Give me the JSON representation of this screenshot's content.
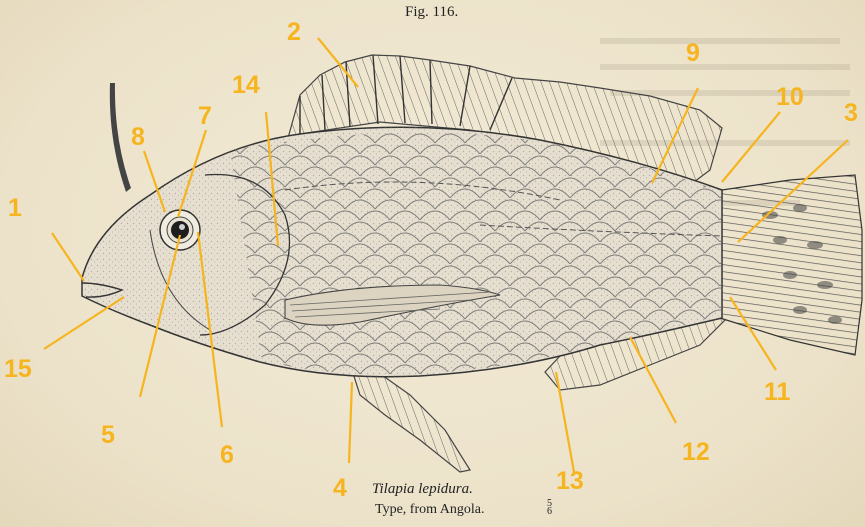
{
  "figure": {
    "title": "Fig. 116.",
    "species": "Tilapia lepidura.",
    "type_line": "Type, from Angola.",
    "scale_num": "5",
    "scale_den": "6"
  },
  "callouts": [
    {
      "id": "1",
      "label": "1"
    },
    {
      "id": "2",
      "label": "2"
    },
    {
      "id": "3",
      "label": "3"
    },
    {
      "id": "4",
      "label": "4"
    },
    {
      "id": "5",
      "label": "5"
    },
    {
      "id": "6",
      "label": "6"
    },
    {
      "id": "7",
      "label": "7"
    },
    {
      "id": "8",
      "label": "8"
    },
    {
      "id": "9",
      "label": "9"
    },
    {
      "id": "10",
      "label": "10"
    },
    {
      "id": "11",
      "label": "11"
    },
    {
      "id": "12",
      "label": "12"
    },
    {
      "id": "13",
      "label": "13"
    },
    {
      "id": "14",
      "label": "14"
    },
    {
      "id": "15",
      "label": "15"
    }
  ],
  "colors": {
    "paper": "#efe6d1",
    "ink": "#2a2a2a",
    "callout": "#f6b41e"
  }
}
